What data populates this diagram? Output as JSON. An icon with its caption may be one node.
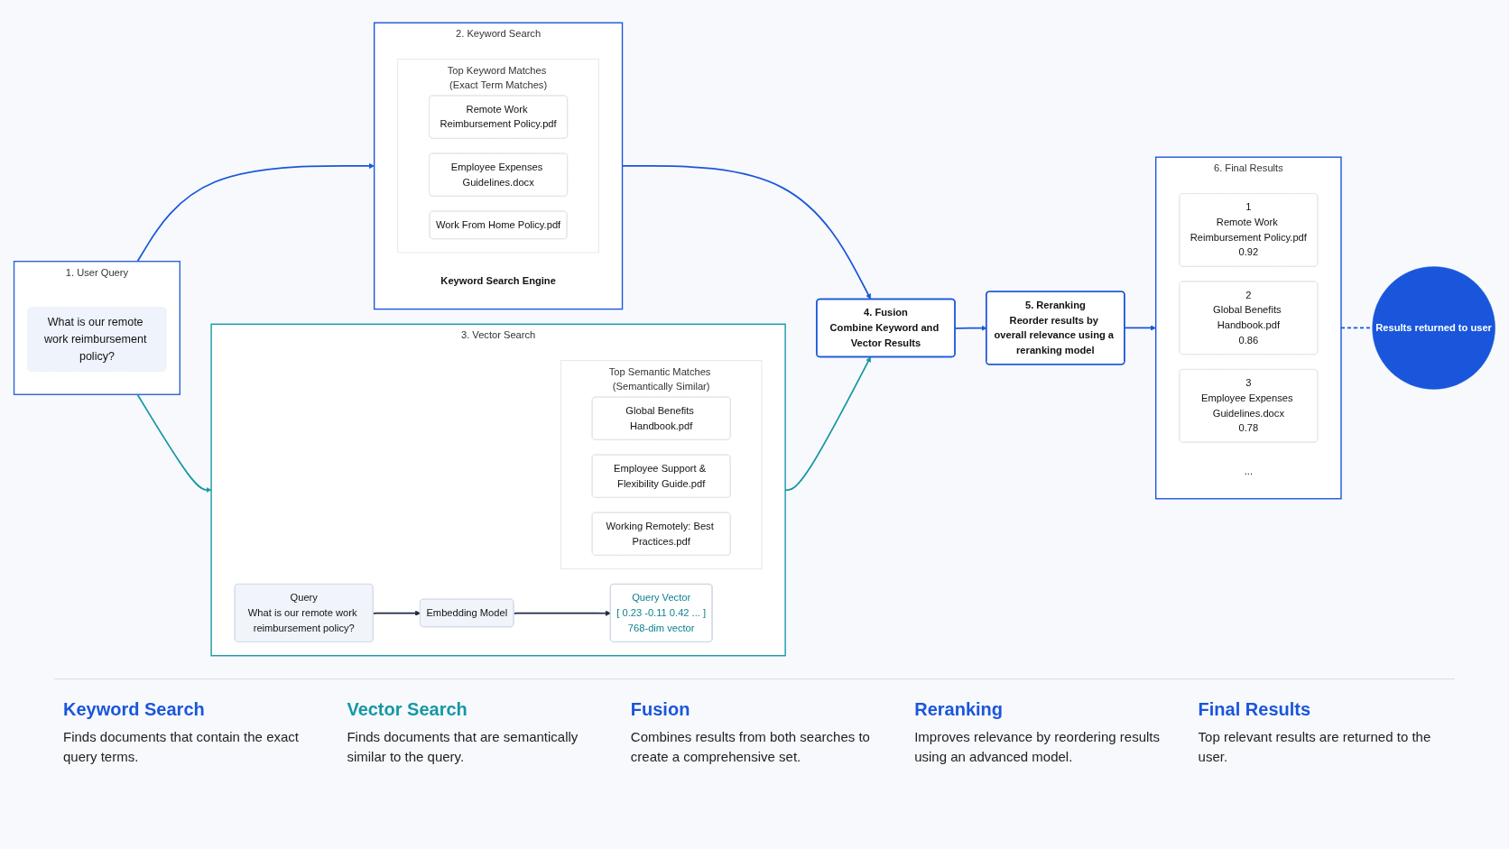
{
  "diagram": {
    "nodes": [
      {
        "text": [
          "1. User Query"
        ]
      },
      {
        "text": [
          "What is our remote work reimbursement policy?"
        ],
        "in": 0
      },
      {
        "text": [
          "2. Keyword Search"
        ]
      },
      {
        "text": [
          "Keyword Search Engine"
        ],
        "in": 2
      },
      {
        "text": [
          "Top Keyword Matches (Exact Term Matches)"
        ],
        "in": 2
      },
      {
        "text": [
          "Remote Work Reimbursement Policy.pdf"
        ],
        "in": 4
      },
      {
        "text": [
          "Employee Expenses Guidelines.docx"
        ],
        "in": 4
      },
      {
        "text": [
          "Work From Home Policy.pdf"
        ],
        "in": 4
      },
      {
        "text": [
          "3. Vector Search"
        ]
      },
      {
        "text": [
          "Query",
          "What is our remote work reimbursement policy?"
        ],
        "in": 8
      },
      {
        "text": [
          "Embedding Model"
        ],
        "in": 8
      },
      {
        "text": [
          "Query Vector",
          "[ 0.23 -0.11 0.42 ... ]",
          "768-dim vector"
        ],
        "in": 8
      },
      {
        "text": [
          "Top Semantic Matches (Semantically Similar)"
        ],
        "in": 8
      },
      {
        "text": [
          "Global Benefits Handbook.pdf"
        ],
        "in": 12
      },
      {
        "text": [
          "Employee Support & Flexibility Guide.pdf"
        ],
        "in": 12
      },
      {
        "text": [
          "Working Remotely: Best Practices.pdf"
        ],
        "in": 12
      },
      {
        "text": [
          "4. Fusion",
          "Combine Keyword and Vector Results"
        ]
      },
      {
        "text": [
          "5. Reranking",
          "Reorder results by overall relevance using a reranking model"
        ]
      },
      {
        "text": [
          "6. Final Results"
        ]
      },
      {
        "text": [
          "1",
          "Remote Work Reimbursement Policy.pdf",
          "0.92"
        ],
        "in": 18
      },
      {
        "text": [
          "2",
          "Global Benefits Handbook.pdf",
          "0.86"
        ],
        "in": 18
      },
      {
        "text": [
          "3",
          "Employee Expenses Guidelines.docx",
          "0.78"
        ],
        "in": 18
      },
      {
        "text": [
          "..."
        ],
        "in": 18
      },
      {
        "text": [
          "Results returned to user"
        ]
      }
    ],
    "edges": [
      {
        "from": 0,
        "to": 2,
        "arrow": "to"
      },
      {
        "from": 0,
        "to": 8,
        "arrow": "to",
        "color": "#1597a5"
      },
      {
        "from": 2,
        "to": 16,
        "arrow": "to"
      },
      {
        "from": 8,
        "to": 16,
        "arrow": "to",
        "color": "#1597a5"
      },
      {
        "from": 9,
        "to": 10,
        "arrow": "to",
        "color": "#1e2a44"
      },
      {
        "from": 10,
        "to": 11,
        "arrow": "to",
        "color": "#1e2a44"
      },
      {
        "from": 16,
        "to": 17,
        "arrow": "to"
      },
      {
        "from": 17,
        "to": 18,
        "arrow": "to"
      },
      {
        "from": 18,
        "to": 23,
        "arrow": "none",
        "style": "dashed"
      }
    ],
    "labels": [
      "Keyword Search",
      "Finds documents that contain the exact query terms.",
      "Vector Search",
      "Finds documents that are semantically similar to the query.",
      "Fusion",
      "Combines results from both searches to create a comprehensive set.",
      "Reranking",
      "Improves relevance by reordering results using an advanced model.",
      "Final Results",
      "Top relevant results are returned to the user."
    ]
  }
}
